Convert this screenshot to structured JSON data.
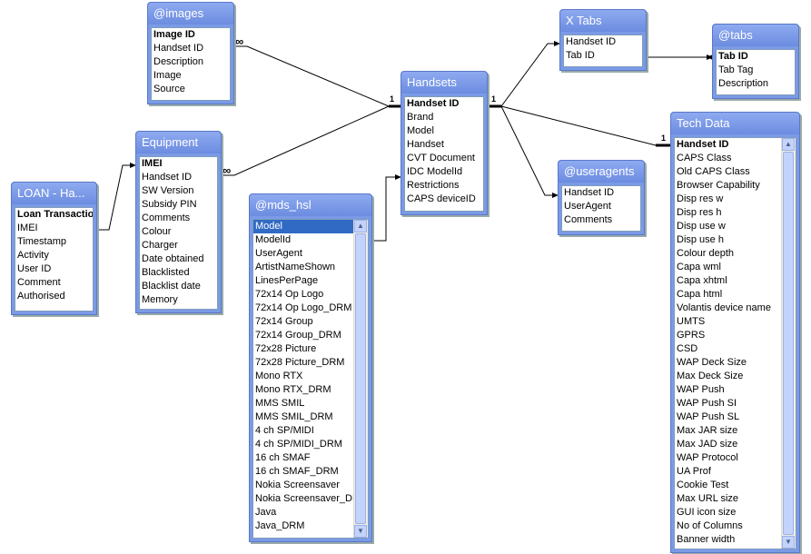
{
  "one": "1",
  "many": "∞",
  "tables": {
    "images": {
      "title": "@images",
      "fields": [
        {
          "name": "Image ID",
          "pk": true
        },
        {
          "name": "Handset ID"
        },
        {
          "name": "Description"
        },
        {
          "name": "Image"
        },
        {
          "name": "Source"
        }
      ]
    },
    "xtabs": {
      "title": "X Tabs",
      "fields": [
        {
          "name": "Handset ID"
        },
        {
          "name": "Tab ID"
        }
      ]
    },
    "tabs": {
      "title": "@tabs",
      "fields": [
        {
          "name": "Tab ID",
          "pk": true
        },
        {
          "name": "Tab Tag"
        },
        {
          "name": "Description"
        }
      ]
    },
    "handsets": {
      "title": "Handsets",
      "fields": [
        {
          "name": "Handset ID",
          "pk": true
        },
        {
          "name": "Brand"
        },
        {
          "name": "Model"
        },
        {
          "name": "Handset"
        },
        {
          "name": "CVT Document"
        },
        {
          "name": "IDC ModelId"
        },
        {
          "name": "Restrictions"
        },
        {
          "name": "CAPS deviceID"
        }
      ]
    },
    "equipment": {
      "title": "Equipment",
      "fields": [
        {
          "name": "IMEI",
          "pk": true
        },
        {
          "name": "Handset ID"
        },
        {
          "name": "SW Version"
        },
        {
          "name": "Subsidy PIN"
        },
        {
          "name": "Comments"
        },
        {
          "name": "Colour"
        },
        {
          "name": "Charger"
        },
        {
          "name": "Date obtained"
        },
        {
          "name": "Blacklisted"
        },
        {
          "name": "Blacklist date"
        },
        {
          "name": "Memory"
        }
      ]
    },
    "loan": {
      "title": "LOAN - Ha...",
      "fields": [
        {
          "name": "Loan Transaction",
          "pk": true
        },
        {
          "name": "IMEI"
        },
        {
          "name": "Timestamp"
        },
        {
          "name": "Activity"
        },
        {
          "name": "User ID"
        },
        {
          "name": "Comment"
        },
        {
          "name": "Authorised"
        }
      ]
    },
    "useragents": {
      "title": "@useragents",
      "fields": [
        {
          "name": "Handset ID"
        },
        {
          "name": "UserAgent"
        },
        {
          "name": "Comments"
        }
      ]
    },
    "mds": {
      "title": "@mds_hsl",
      "fields": [
        {
          "name": "Model",
          "selected": true
        },
        {
          "name": "ModelId"
        },
        {
          "name": "UserAgent"
        },
        {
          "name": "ArtistNameShown"
        },
        {
          "name": "LinesPerPage"
        },
        {
          "name": "72x14 Op Logo"
        },
        {
          "name": "72x14 Op Logo_DRM"
        },
        {
          "name": "72x14 Group"
        },
        {
          "name": "72x14 Group_DRM"
        },
        {
          "name": "72x28 Picture"
        },
        {
          "name": "72x28 Picture_DRM"
        },
        {
          "name": "Mono RTX"
        },
        {
          "name": "Mono RTX_DRM"
        },
        {
          "name": "MMS SMIL"
        },
        {
          "name": "MMS SMIL_DRM"
        },
        {
          "name": "4 ch SP/MIDI"
        },
        {
          "name": "4 ch SP/MIDI_DRM"
        },
        {
          "name": "16 ch SMAF"
        },
        {
          "name": "16 ch SMAF_DRM"
        },
        {
          "name": "Nokia Screensaver"
        },
        {
          "name": "Nokia Screensaver_DRM"
        },
        {
          "name": "Java"
        },
        {
          "name": "Java_DRM"
        }
      ]
    },
    "techdata": {
      "title": "Tech Data",
      "fields": [
        {
          "name": "Handset ID",
          "pk": true
        },
        {
          "name": "CAPS Class"
        },
        {
          "name": "Old CAPS Class"
        },
        {
          "name": "Browser Capability"
        },
        {
          "name": "Disp res w"
        },
        {
          "name": "Disp res h"
        },
        {
          "name": "Disp use w"
        },
        {
          "name": "Disp use h"
        },
        {
          "name": "Colour depth"
        },
        {
          "name": "Capa wml"
        },
        {
          "name": "Capa xhtml"
        },
        {
          "name": "Capa html"
        },
        {
          "name": "Volantis device name"
        },
        {
          "name": "UMTS"
        },
        {
          "name": "GPRS"
        },
        {
          "name": "CSD"
        },
        {
          "name": "WAP Deck Size"
        },
        {
          "name": "Max Deck Size"
        },
        {
          "name": "WAP Push"
        },
        {
          "name": "WAP Push SI"
        },
        {
          "name": "WAP Push SL"
        },
        {
          "name": "Max JAR size"
        },
        {
          "name": "Max JAD size"
        },
        {
          "name": "WAP Protocol"
        },
        {
          "name": "UA Prof"
        },
        {
          "name": "Cookie Test"
        },
        {
          "name": "Max URL size"
        },
        {
          "name": "GUI icon size"
        },
        {
          "name": "No of Columns"
        },
        {
          "name": "Banner width"
        }
      ]
    }
  }
}
